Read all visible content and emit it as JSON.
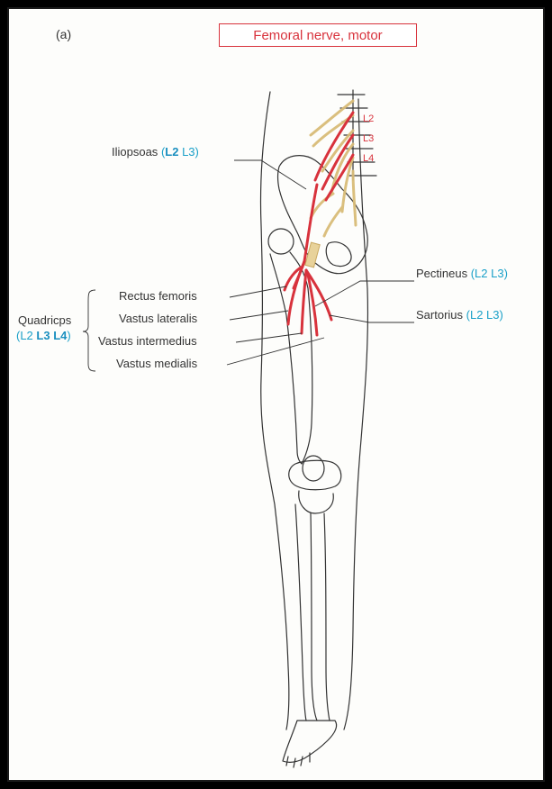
{
  "figure": {
    "panel_label": "(a)",
    "title": "Femoral nerve, motor"
  },
  "spinal_levels": [
    "L2",
    "L3",
    "L4"
  ],
  "muscles": {
    "iliopsoas": {
      "name": "Iliopsoas",
      "roots_open": "(",
      "root_a": "L2",
      "root_b": " L3)"
    },
    "pectineus": {
      "name": "Pectineus",
      "roots": "(L2 L3)"
    },
    "sartorius": {
      "name": "Sartorius",
      "roots": "(L2 L3)"
    },
    "rectus_femoris": "Rectus femoris",
    "vastus_lateralis": "Vastus lateralis",
    "vastus_intermedius": "Vastus intermedius",
    "vastus_medialis": "Vastus medialis"
  },
  "quadriceps": {
    "name": "Quadricps",
    "roots_a": "(L2 ",
    "roots_b": "L3 L4",
    "roots_c": ")"
  },
  "colors": {
    "nerve": "#d8323c",
    "roots_text": "#1aa0c8",
    "bone_outline": "#333333",
    "plexus": "#e8d29a"
  }
}
